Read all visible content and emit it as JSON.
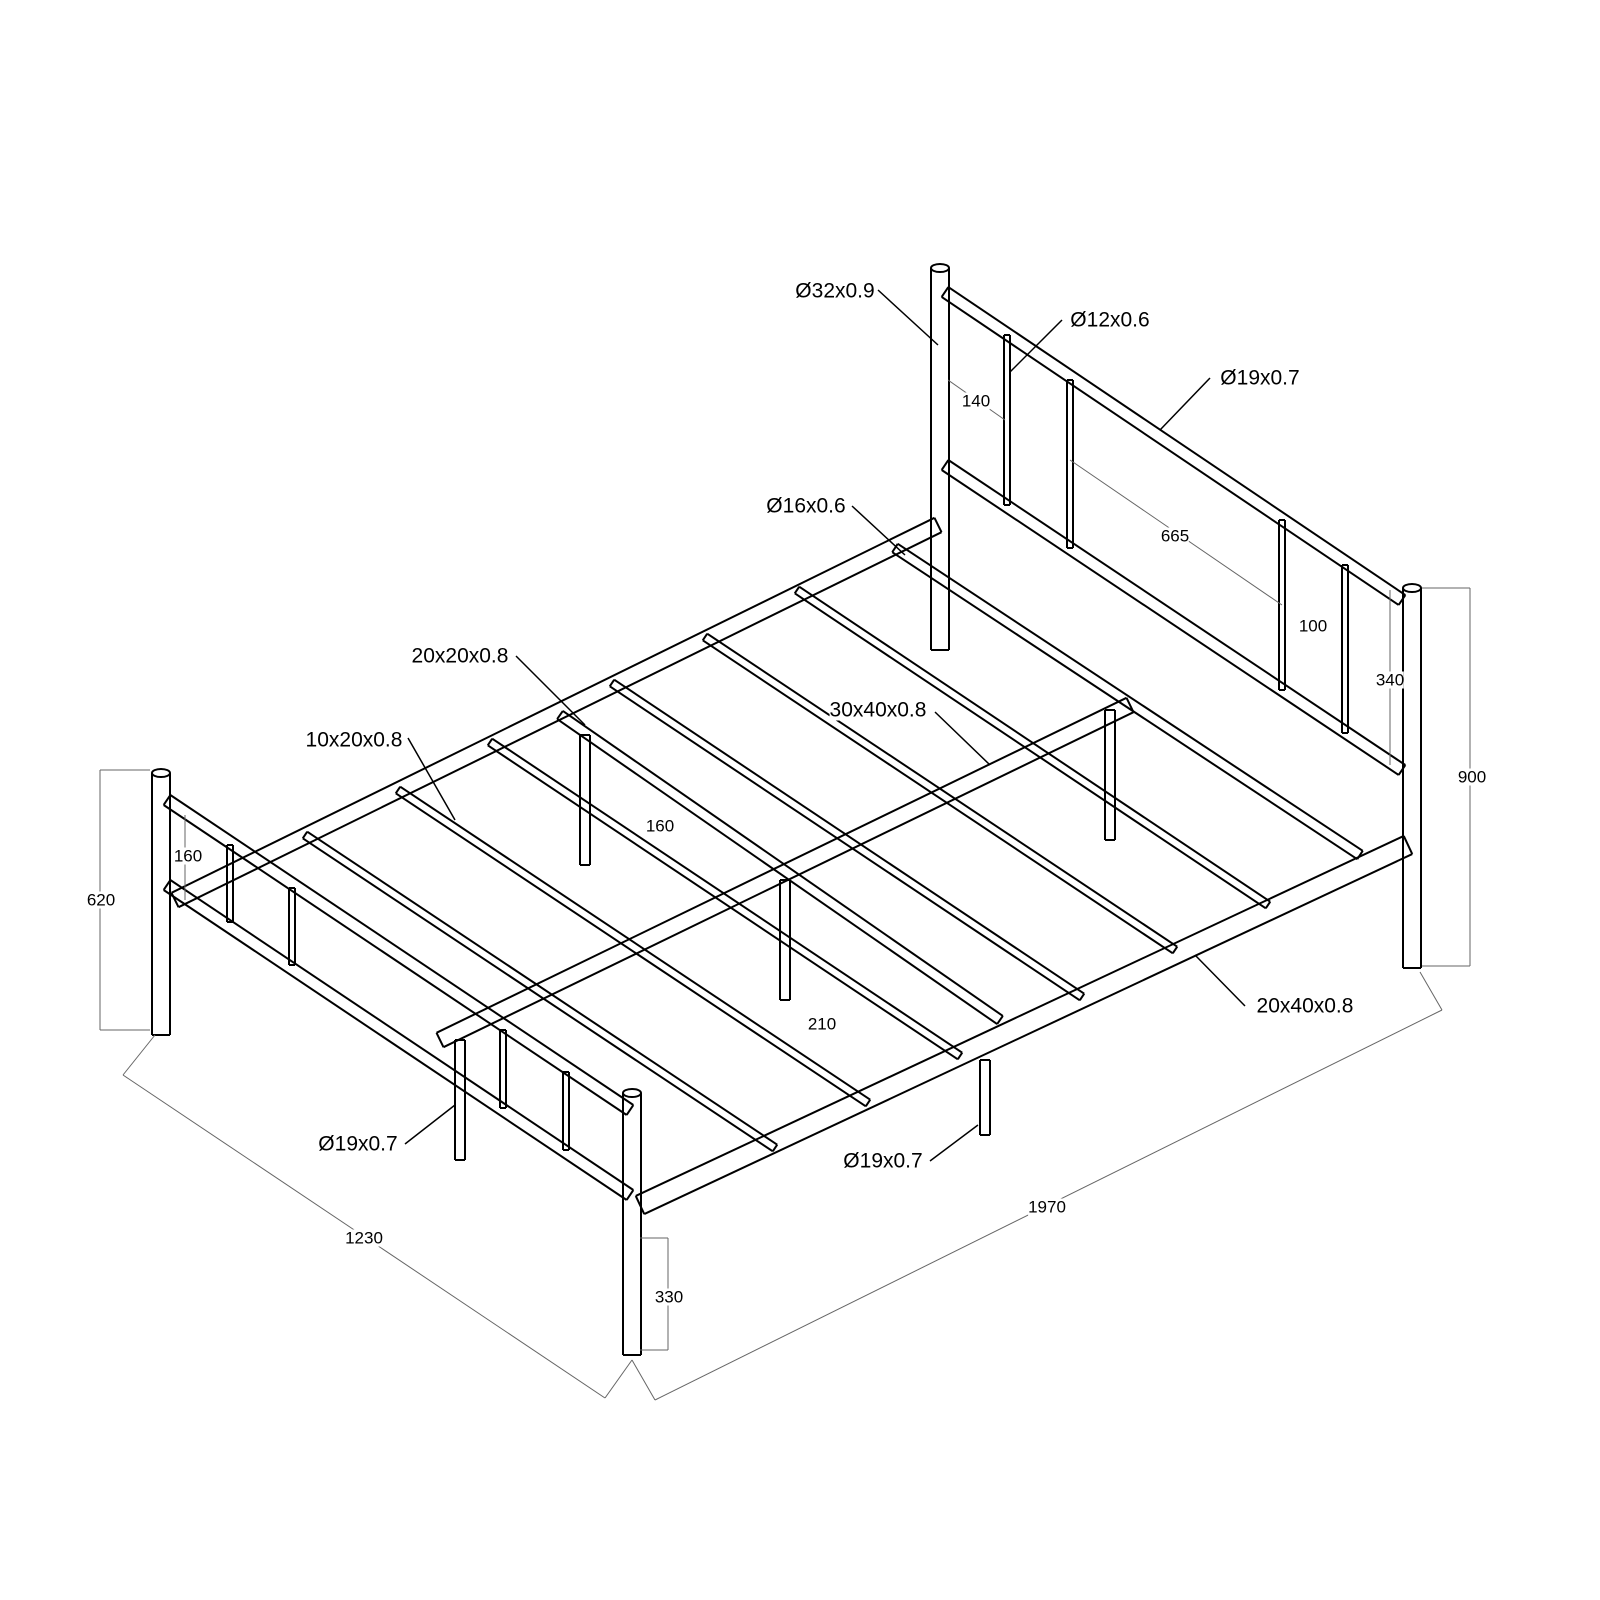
{
  "labels": {
    "headboard_post_tube": "Ø32x0.9",
    "headboard_vertical_tube": "Ø12x0.6",
    "headboard_top_tube": "Ø19x0.7",
    "side_tube": "Ø16x0.6",
    "center_bracket": "20x20x0.8",
    "slat": "10x20x0.8",
    "center_rail": "30x40x0.8",
    "side_rail": "20x40x0.8",
    "center_leg_left": "Ø19x0.7",
    "center_leg_right": "Ø19x0.7"
  },
  "dimensions": {
    "headboard_gap": "140",
    "headboard_panel_width": "665",
    "headboard_bar_spacing": "100",
    "headboard_panel_height": "340",
    "headboard_height": "900",
    "footboard_height": "620",
    "footboard_gap": "160",
    "slat_spacing": "160",
    "center_spacing": "210",
    "length": "1970",
    "width": "1230",
    "clearance": "330"
  }
}
